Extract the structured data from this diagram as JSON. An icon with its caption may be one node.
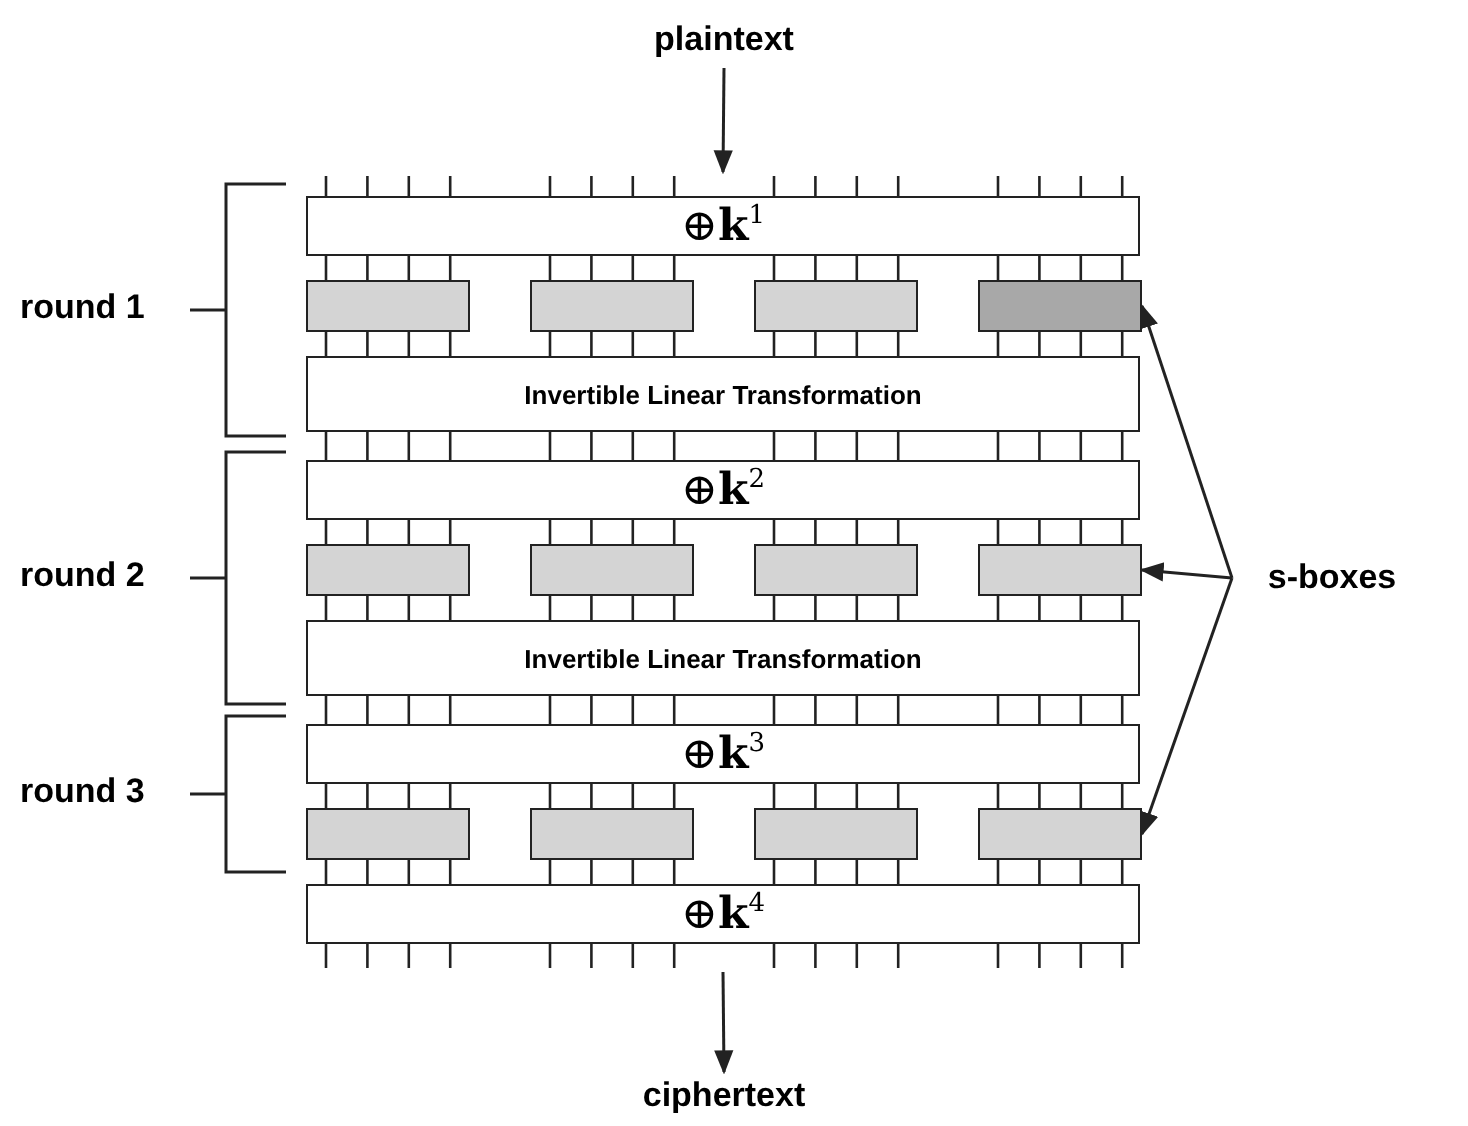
{
  "diagram": {
    "nodes": [
      {
        "text": [
          "plaintext"
        ]
      },
      {
        "text": [
          "⊕**k**$^{1}$"
        ]
      },
      {
        "text": [],
        "shape": "box"
      },
      {
        "text": [],
        "shape": "box"
      },
      {
        "text": [],
        "shape": "box"
      },
      {
        "text": [],
        "shape": "box"
      },
      {
        "text": [
          "Invertible Linear Transformation"
        ]
      },
      {
        "text": [
          "⊕**k**$^{2}$"
        ]
      },
      {
        "text": [],
        "shape": "box"
      },
      {
        "text": [],
        "shape": "box"
      },
      {
        "text": [],
        "shape": "box"
      },
      {
        "text": [],
        "shape": "box"
      },
      {
        "text": [
          "Invertible Linear Transformation"
        ]
      },
      {
        "text": [
          "⊕**k**$^{3}$"
        ]
      },
      {
        "text": [],
        "shape": "box"
      },
      {
        "text": [],
        "shape": "box"
      },
      {
        "text": [],
        "shape": "box"
      },
      {
        "text": [],
        "shape": "box"
      },
      {
        "text": [
          "⊕**k**$^{4}$"
        ]
      },
      {
        "text": [
          "ciphertext"
        ]
      },
      {
        "text": [
          "s-boxes"
        ]
      }
    ],
    "edges": [
      {
        "from": 0,
        "to": 1,
        "arrow": "to"
      },
      {
        "from": 18,
        "to": 19,
        "arrow": "to"
      },
      {
        "from": 20,
        "to": 5,
        "arrow": "to"
      },
      {
        "from": 20,
        "to": 11,
        "arrow": "to"
      },
      {
        "from": 20,
        "to": 17,
        "arrow": "to"
      }
    ],
    "labels": [
      "round 1",
      "round 2",
      "round 3"
    ]
  }
}
